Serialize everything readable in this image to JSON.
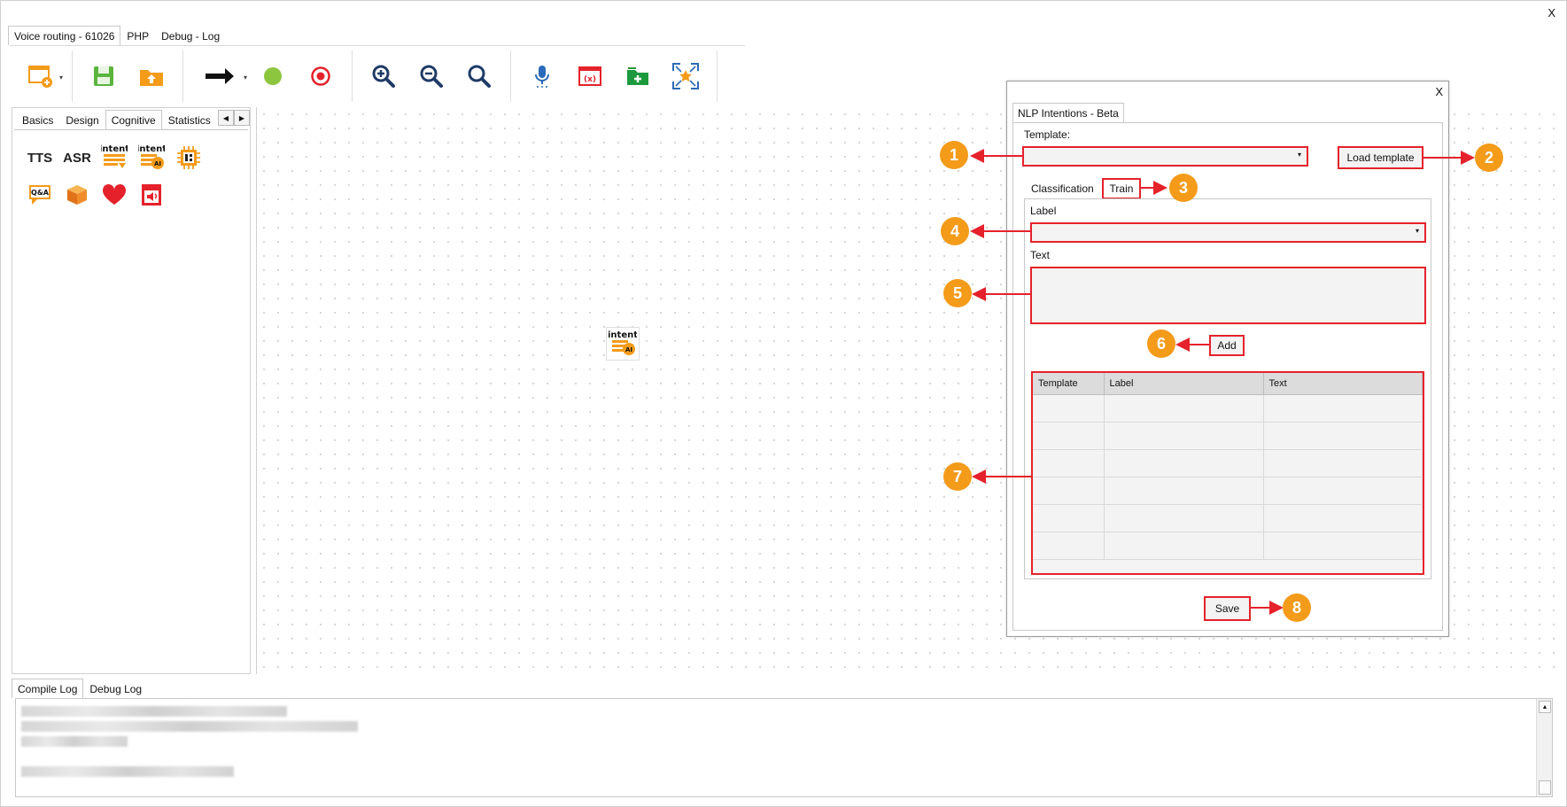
{
  "window": {
    "close_label": "X"
  },
  "top_tabs": [
    {
      "label": "Voice routing - 61026",
      "active": true
    },
    {
      "label": "PHP",
      "active": false
    },
    {
      "label": "Debug - Log",
      "active": false
    }
  ],
  "left_tabs": [
    {
      "label": "Basics",
      "active": false
    },
    {
      "label": "Design",
      "active": false
    },
    {
      "label": "Cognitive",
      "active": true
    },
    {
      "label": "Statistics",
      "active": false
    }
  ],
  "palette": {
    "tts": "TTS",
    "asr": "ASR",
    "intent_word": "intent",
    "ai_word": "AI",
    "qa_word": "Q&A"
  },
  "dialog": {
    "close_label": "X",
    "tab_label": "NLP Intentions - Beta",
    "template_label": "Template:",
    "template_value": "",
    "load_template_label": "Load template",
    "subtabs": {
      "classification": "Classification",
      "train": "Train"
    },
    "label_label": "Label",
    "label_value": "",
    "text_label": "Text",
    "text_value": "",
    "add_label": "Add",
    "grid_columns": [
      "Template",
      "Label",
      "Text"
    ],
    "save_label": "Save"
  },
  "callouts": [
    "1",
    "2",
    "3",
    "4",
    "5",
    "6",
    "7",
    "8"
  ],
  "bottom_tabs": [
    {
      "label": "Compile Log",
      "active": true
    },
    {
      "label": "Debug Log",
      "active": false
    }
  ],
  "colors": {
    "callout": "#f49b1a",
    "annotation": "#e5222b",
    "save_green": "#5bb43e",
    "zoom_blue": "#1f3b67",
    "record_red": "#e5222b"
  }
}
